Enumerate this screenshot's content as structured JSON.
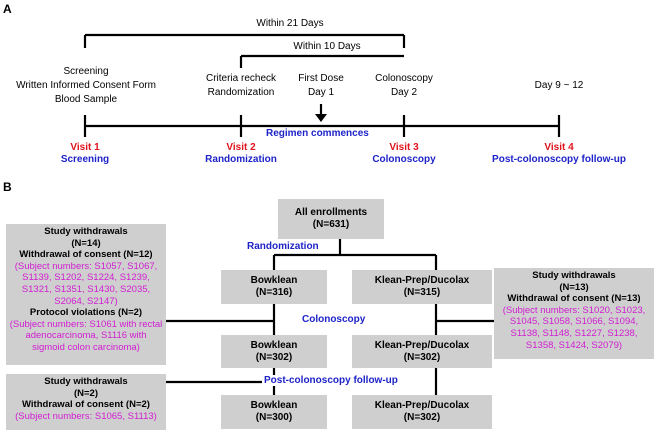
{
  "panel_a": {
    "label": "A",
    "within_21": "Within 21 Days",
    "within_10": "Within 10 Days",
    "screening_lines": [
      "Screening",
      "Written Informed Consent Form",
      "Blood Sample"
    ],
    "criteria_lines": [
      "Criteria recheck",
      "Randomization"
    ],
    "first_dose_lines": [
      "First Dose",
      "Day 1"
    ],
    "colonoscopy_lines": [
      "Colonoscopy",
      "Day 2"
    ],
    "day_range": "Day 9 ~ 12",
    "regimen": "Regimen commences",
    "visits": [
      {
        "visit": "Visit 1",
        "name": "Screening"
      },
      {
        "visit": "Visit 2",
        "name": "Randomization"
      },
      {
        "visit": "Visit 3",
        "name": "Colonoscopy"
      },
      {
        "visit": "Visit 4",
        "name": "Post-colonoscopy follow-up"
      }
    ]
  },
  "panel_b": {
    "label": "B",
    "enroll": {
      "title": "All enrollments",
      "n": "(N=631)"
    },
    "randomization": "Randomization",
    "colonoscopy": "Colonoscopy",
    "followup": "Post-colonoscopy follow-up",
    "arms": [
      {
        "name": "Bowklean",
        "n1": "(N=316)",
        "n2": "(N=302)",
        "n3": "(N=300)"
      },
      {
        "name": "Klean-Prep/Ducolax",
        "n1": "(N=315)",
        "n2": "(N=302)",
        "n3": "(N=302)"
      }
    ],
    "left_withdraw_1": {
      "title": "Study withdrawals",
      "n": "(N=14)",
      "consent": "Withdrawal of consent (N=12)",
      "consent_subjects": "(Subject numbers: S1057, S1067, S1139, S1202, S1224, S1239, S1321, S1351, S1430, S2035, S2064, S2147)",
      "protocol": "Protocol violations (N=2)",
      "protocol_subjects": "(Subject numbers: S1061 with rectal adenocarcinoma, S1116 with sigmoid colon carcinoma)"
    },
    "left_withdraw_2": {
      "title": "Study withdrawals",
      "n": "(N=2)",
      "consent": "Withdrawal of consent (N=2)",
      "consent_subjects": "(Subject numbers: S1065, S1113)"
    },
    "right_withdraw": {
      "title": "Study withdrawals",
      "n": "(N=13)",
      "consent": "Withdrawal of consent (N=13)",
      "consent_subjects": "(Subject numbers: S1020, S1023, S1045, S1058, S1066, S1094, S1138, S1148, S1227, S1238, S1358, S1424, S2079)"
    }
  },
  "colors": {
    "red": "#e0121b",
    "blue": "#1d23c8",
    "magenta": "#d21dd2",
    "box": "#cfcfcf"
  }
}
